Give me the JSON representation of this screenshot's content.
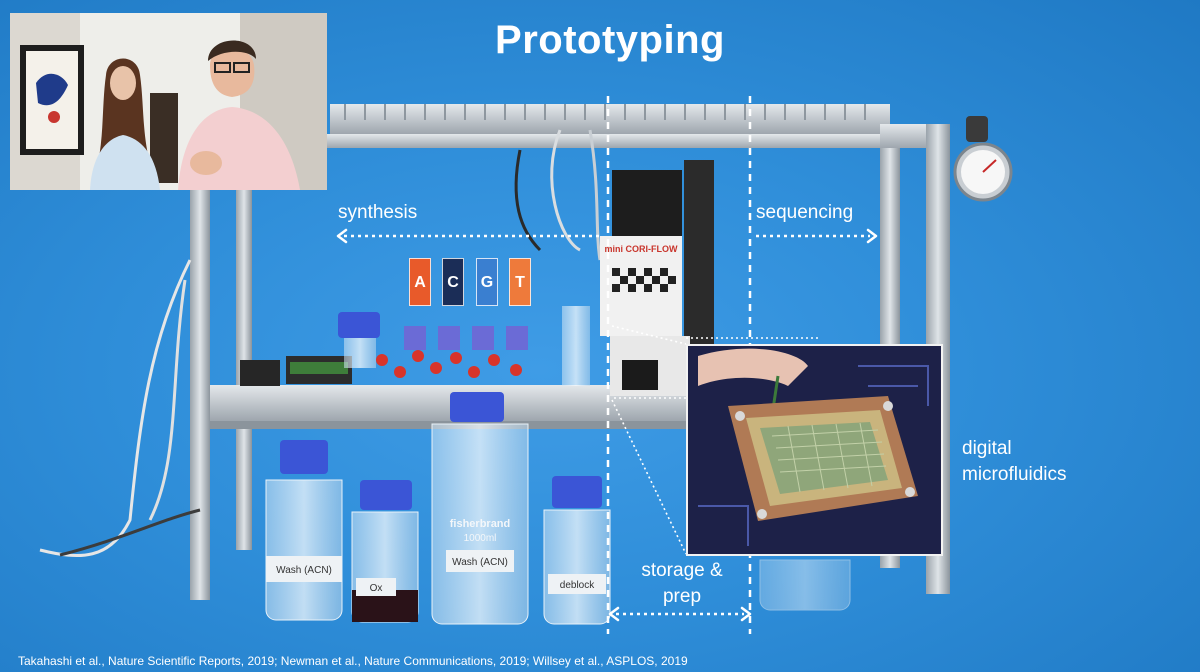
{
  "slide": {
    "title": "Prototyping",
    "labels": {
      "synthesis": "synthesis",
      "sequencing": "sequencing",
      "storage_line1": "storage &",
      "storage_line2": "prep",
      "digital_line1": "digital",
      "digital_line2": "microfluidics"
    },
    "bases": [
      "A",
      "C",
      "G",
      "T"
    ],
    "bottles": {
      "b1": "Wash (ACN)",
      "b2": "Ox",
      "b3": "Wash (ACN)",
      "b4": "deblock",
      "brand": "fisherbrand",
      "volume": "1000ml"
    },
    "controller": {
      "brand": "mini CORI-FLOW"
    },
    "citation": "Takahashi et al., Nature Scientific Reports, 2019; Newman et al., Nature Communications, 2019; Willsey et al., ASPLOS, 2019"
  },
  "colors": {
    "background": "#2f8ed9",
    "base_a": "#e85a2a",
    "base_c": "#1b2d57",
    "base_g": "#3a7fd0",
    "base_t": "#ee7a3b",
    "cap_blue": "#3b55d6"
  },
  "icons": {
    "pressure_gauge": "gauge-icon",
    "arrow_left": "arrow-left-icon",
    "arrow_right": "arrow-right-icon"
  }
}
